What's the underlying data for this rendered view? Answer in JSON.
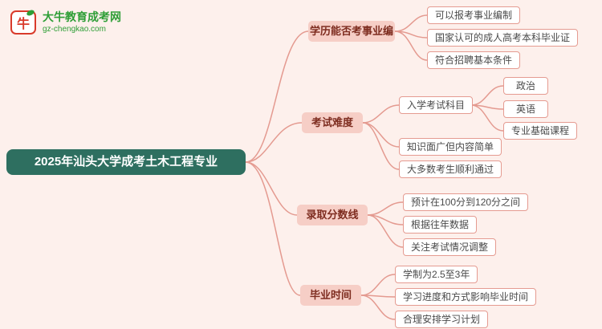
{
  "logo": {
    "brand": "大牛教育成考网",
    "domain": "gz-chengkao.com",
    "icon": "bull-logo",
    "icon_glyph": "牛"
  },
  "root": {
    "label": "2025年汕头大学成考土木工程专业"
  },
  "branches": [
    {
      "label": "学历能否考事业编",
      "children": [
        {
          "label": "可以报考事业编制"
        },
        {
          "label": "国家认可的成人高考本科毕业证"
        },
        {
          "label": "符合招聘基本条件"
        }
      ]
    },
    {
      "label": "考试难度",
      "children": [
        {
          "label": "入学考试科目",
          "children": [
            {
              "label": "政治"
            },
            {
              "label": "英语"
            },
            {
              "label": "专业基础课程"
            }
          ]
        },
        {
          "label": "知识面广但内容简单"
        },
        {
          "label": "大多数考生顺利通过"
        }
      ]
    },
    {
      "label": "录取分数线",
      "children": [
        {
          "label": "预计在100分到120分之间"
        },
        {
          "label": "根据往年数据"
        },
        {
          "label": "关注考试情况调整"
        }
      ]
    },
    {
      "label": "毕业时间",
      "children": [
        {
          "label": "学制为2.5至3年"
        },
        {
          "label": "学习进度和方式影响毕业时间"
        },
        {
          "label": "合理安排学习计划"
        }
      ]
    }
  ],
  "colors": {
    "background": "#FDF0EC",
    "root_bg": "#2E6F60",
    "root_text": "#FFFFFF",
    "branch_bg": "#F6CEC6",
    "branch_text": "#7E2D20",
    "leaf_border": "#E59B91",
    "leaf_text": "#4A4A4A",
    "line": "#E49A90",
    "brand_green": "#2E9E36",
    "logo_red": "#D93A2B"
  }
}
